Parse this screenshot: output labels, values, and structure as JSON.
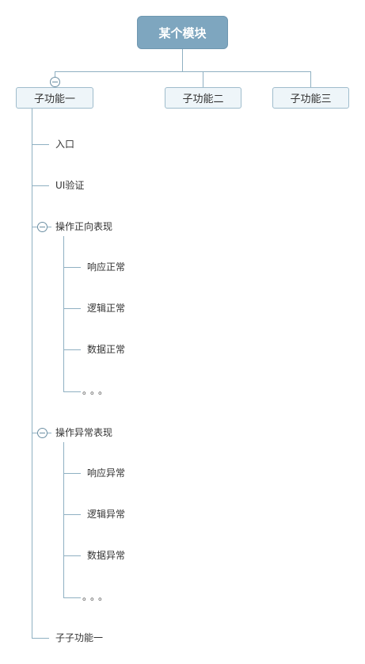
{
  "root": {
    "label": "某个模块"
  },
  "children": [
    {
      "label": "子功能一"
    },
    {
      "label": "子功能二"
    },
    {
      "label": "子功能三"
    }
  ],
  "branch1": {
    "items": [
      {
        "label": "入口"
      },
      {
        "label": "UI验证"
      },
      {
        "label": "操作正向表现",
        "children": [
          {
            "label": "响应正常"
          },
          {
            "label": "逻辑正常"
          },
          {
            "label": "数据正常"
          },
          {
            "label": "。。。"
          }
        ]
      },
      {
        "label": "操作异常表现",
        "children": [
          {
            "label": "响应异常"
          },
          {
            "label": "逻辑异常"
          },
          {
            "label": "数据异常"
          },
          {
            "label": "。。。"
          }
        ]
      },
      {
        "label": "子子功能一"
      }
    ]
  },
  "colors": {
    "root_fill": "#7ea6bf",
    "child_fill": "#eef5f9",
    "child_border": "#9fbccc",
    "line": "#8fb0c2"
  }
}
